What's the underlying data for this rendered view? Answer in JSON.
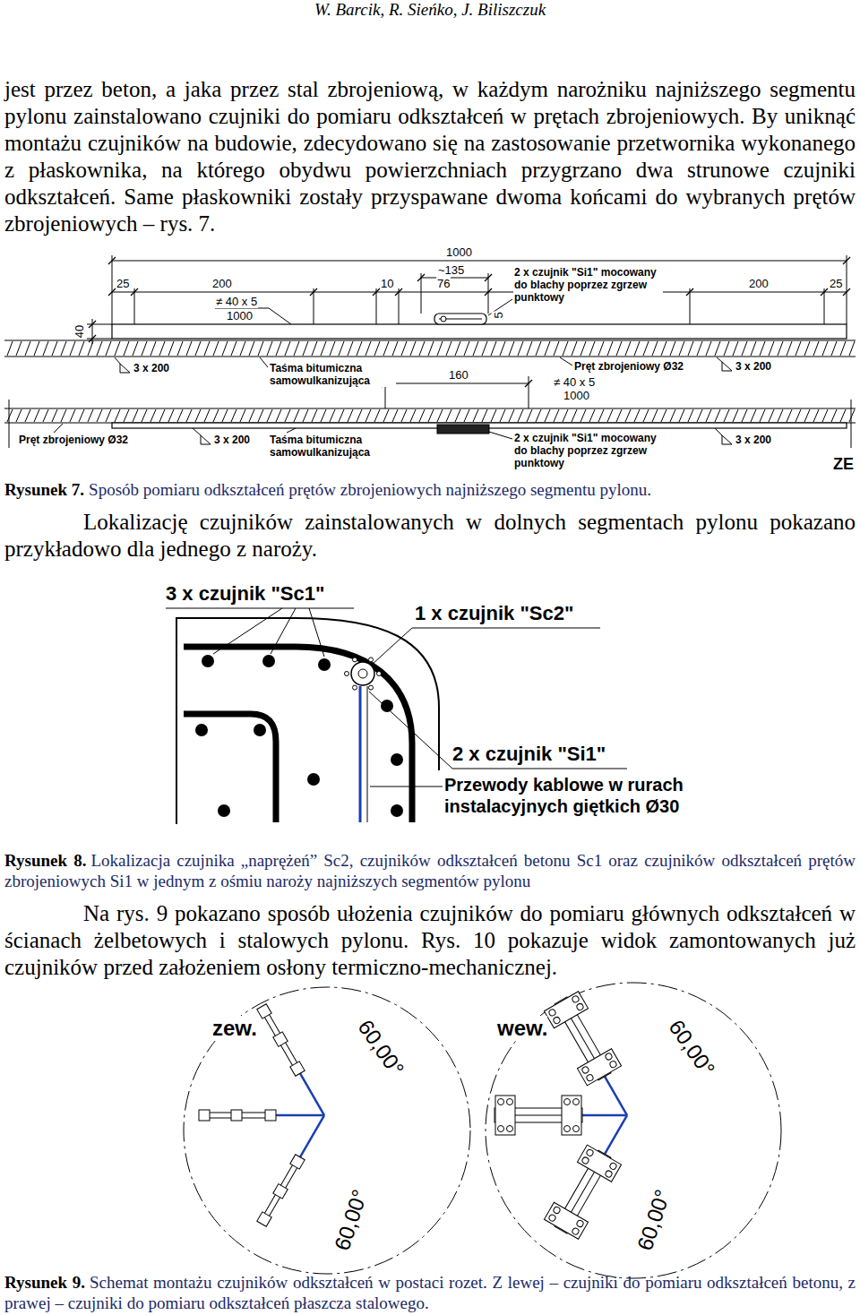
{
  "diagram": {
    "labels": [
      "W. Barcik, R. Sieńko, J. Biliszczuk",
      "jest przez beton, a jaka przez stal zbrojeniową, w każdym narożniku najniższego segmentu pylonu zainstalowano czujniki do pomiaru odkształceń w prętach zbrojeniowych. By uniknąć montażu czujników na budowie, zdecydowano się na zastosowanie przetwornika wykonanego z płaskownika, na którego obydwu powierzchniach przygrzano dwa strunowe czujniki odkształceń. Same płaskowniki zostały przyspawane dwoma końcami do wybranych prętów zbrojeniowych – rys. 7.",
      "1000",
      "~135",
      "2 x czujnik \"Si1\" mocowany do blachy poprzez zgrzew punktowy",
      "25",
      "200",
      "≠ 40 x 5",
      "1000",
      "10",
      "76",
      "200",
      "25",
      "40",
      "5",
      "3 x 200",
      "Taśma bitumiczna samowulkanizująca",
      "160",
      "Pręt zbrojeniowy Ø32",
      "3 x 200",
      "≠ 40 x 5",
      "1000",
      "Pręt zbrojeniowy Ø32",
      "3 x 200",
      "Taśma bitumiczna samowulkanizująca",
      "2 x czujnik \"Si1\" mocowany do blachy poprzez zgrzew punktowy",
      "3 x 200",
      "ZE",
      "Rysunek 7.",
      "Sposób pomiaru odkształceń prętów zbrojeniowych najniższego segmentu pylonu.",
      "Lokalizację czujników zainstalowanych w dolnych segmentach pylonu pokazano przykładowo dla jednego z naroży.",
      "3 x czujnik \"Sc1\"",
      "1 x czujnik \"Sc2\"",
      "2 x czujnik \"Si1\"",
      "Przewody kablowe w rurach instalacyjnych giętkich Ø30",
      "Rysunek 8.",
      "Lokalizacja czujnika „naprężeń” Sc2, czujników odkształceń betonu Sc1 oraz czujników odkształceń prętów zbrojeniowych Si1 w jednym z ośmiu naroży najniższych segmentów pylonu",
      "Na rys. 9 pokazano sposób ułożenia czujników do pomiaru głównych odkształceń w ścianach żelbetowych i stalowych pylonu. Rys. 10 pokazuje widok zamontowanych już czujników przed założeniem osłony termiczno-mechanicznej.",
      "zew.",
      "60,00°",
      "60,00°",
      "wew.",
      "60,00°",
      "60,00°",
      "Rysunek 9.",
      "Schemat montażu czujników odkształceń w postaci rozet. Z lewej – czujniki do pomiaru odkształceń betonu, z prawej – czujniki do pomiaru odkształceń płaszcza stalowego."
    ]
  }
}
